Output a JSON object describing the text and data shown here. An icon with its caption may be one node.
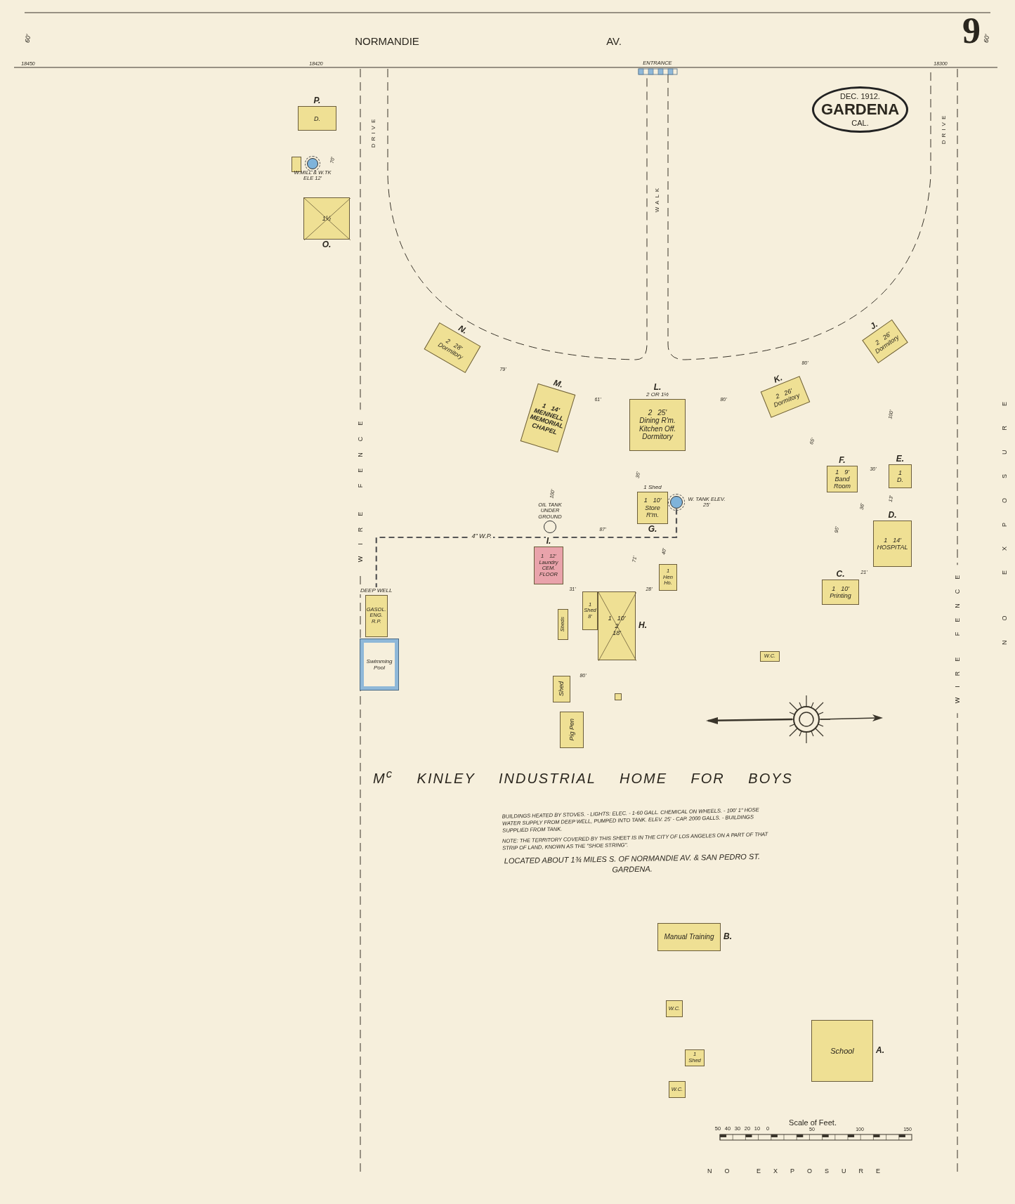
{
  "diagram": {
    "title": "M$^{c}$ KINLEY INDUSTRIAL HOME FOR BOYS",
    "nodes": [
      {
        "text": [
          "DEC. 1912.",
          "GARDENA",
          "CAL."
        ]
      },
      {
        "text": [
          "P.",
          "D."
        ]
      },
      {
        "text": [],
        "shape": "box"
      },
      {
        "text": [],
        "shape": "circle",
        "beside": [
          "W.MILL & W.TK ELE 12'"
        ]
      },
      {
        "text": [
          "1½",
          "O."
        ]
      },
      {
        "text": [
          "N.",
          "2",
          "28'",
          "Dormitory"
        ]
      },
      {
        "text": [
          "M.",
          "1",
          "14'",
          "MENNELL MEMORIAL CHAPEL"
        ]
      },
      {
        "text": [
          "L.",
          "2 OR 1½",
          "2",
          "25'",
          "Dining R'm. Kitchen Off. Dormitory"
        ]
      },
      {
        "text": [
          "K.",
          "2",
          "26'",
          "Dormitory"
        ]
      },
      {
        "text": [
          "J.",
          "2",
          "26'",
          "Dormitory"
        ]
      },
      {
        "text": [
          "F.",
          "1",
          "9'",
          "Band Room"
        ]
      },
      {
        "text": [
          "E.",
          "1",
          "D."
        ]
      },
      {
        "text": [
          "D.",
          "1",
          "14'",
          "HOSPITAL"
        ]
      },
      {
        "text": [
          "C.",
          "1",
          "10'",
          "Printing"
        ]
      },
      {
        "text": [
          "1 Shed",
          "1",
          "10'",
          "Store R'm.",
          "G."
        ]
      },
      {
        "text": [],
        "shape": "circle",
        "beside": [
          "W. TANK ELEV. 25'"
        ]
      },
      {
        "text": [],
        "shape": "circle",
        "beside": [
          "OIL TANK UNDER GROUND"
        ]
      },
      {
        "text": [
          "I.",
          "1",
          "12'",
          "Laundry",
          "CEM. FLOOR"
        ]
      },
      {
        "text": [
          "1",
          "Hen Ho."
        ]
      },
      {
        "text": [
          "H.",
          "1",
          "10'",
          "2",
          "18'"
        ]
      },
      {
        "text": [
          "1",
          "Shed",
          "8'"
        ]
      },
      {
        "text": [
          "Sheds"
        ]
      },
      {
        "text": [
          "Shed"
        ]
      },
      {
        "text": [
          "Pig Pen"
        ]
      },
      {
        "text": [],
        "shape": "box"
      },
      {
        "text": [
          "W.C."
        ]
      },
      {
        "text": [
          "DEEP WELL",
          "GASOL. ENG. R.P."
        ]
      },
      {
        "text": [
          "Swimming Pool"
        ]
      },
      {
        "text": [
          "Manual Training",
          "B."
        ]
      },
      {
        "text": [
          "W.C."
        ]
      },
      {
        "text": [
          "1",
          "Shed"
        ]
      },
      {
        "text": [
          "W.C."
        ]
      },
      {
        "text": [
          "School",
          "A."
        ]
      }
    ],
    "edges": [
      {
        "from": 15,
        "to": 26,
        "arrow": "none",
        "style": "dashed",
        "label": "4\" W.P."
      }
    ],
    "labels": [
      "NORMANDIE",
      "AV.",
      "9",
      "60'",
      "60'",
      "18450",
      "18420",
      "ENTRANCE",
      "18300",
      "DRIVE",
      "DRIVE",
      "WALK",
      "WIRE FENCE",
      "WIRE FENCE",
      "NO EXPOSURE",
      "NO EXPOSURE",
      "70'",
      "79'",
      "61'",
      "80'",
      "80'",
      "100'",
      "65'",
      "35'",
      "100'",
      "87'",
      "30'",
      "36'",
      "13'",
      "95'",
      "21'",
      "40'",
      "71'",
      "31'",
      "28'",
      "80'",
      "BUILDINGS HEATED BY STOVES. - LIGHTS: ELEC. - 1-60 GALL. CHEMICAL ON WHEELS. - 100' 1\" HOSE WATER SUPPLY FROM DEEP WELL, PUMPED INTO TANK. ELEV. 25' - CAP. 2000 GALLS. - BUILDINGS SUPPLIED FROM TANK.",
      "NOTE: THE TERRITORY COVERED BY THIS SHEET IS IN THE CITY OF LOS ANGELES ON A PART OF THAT STRIP OF LAND, KNOWN AS THE \"SHOE STRING\".",
      "LOCATED ABOUT 1¾ MILES S. OF NORMANDIE AV. & SAN PEDRO ST. GARDENA.",
      "Scale of Feet.",
      "50",
      "40",
      "30",
      "20",
      "10",
      "0",
      "50",
      "100",
      "150"
    ]
  }
}
